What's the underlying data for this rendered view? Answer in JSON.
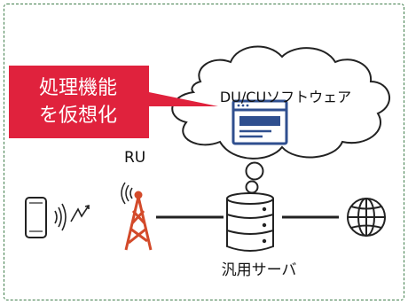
{
  "callout": {
    "line1": "処理機能",
    "line2": "を仮想化",
    "color": "#e0223d"
  },
  "cloud": {
    "label": "DU/CUソフトウェア"
  },
  "ru": {
    "label": "RU"
  },
  "server": {
    "label": "汎用サーバ"
  },
  "colors": {
    "frame": "#3f7d4a",
    "tower": "#d34a2a",
    "window": "#2f4f8f",
    "line": "#222222"
  }
}
